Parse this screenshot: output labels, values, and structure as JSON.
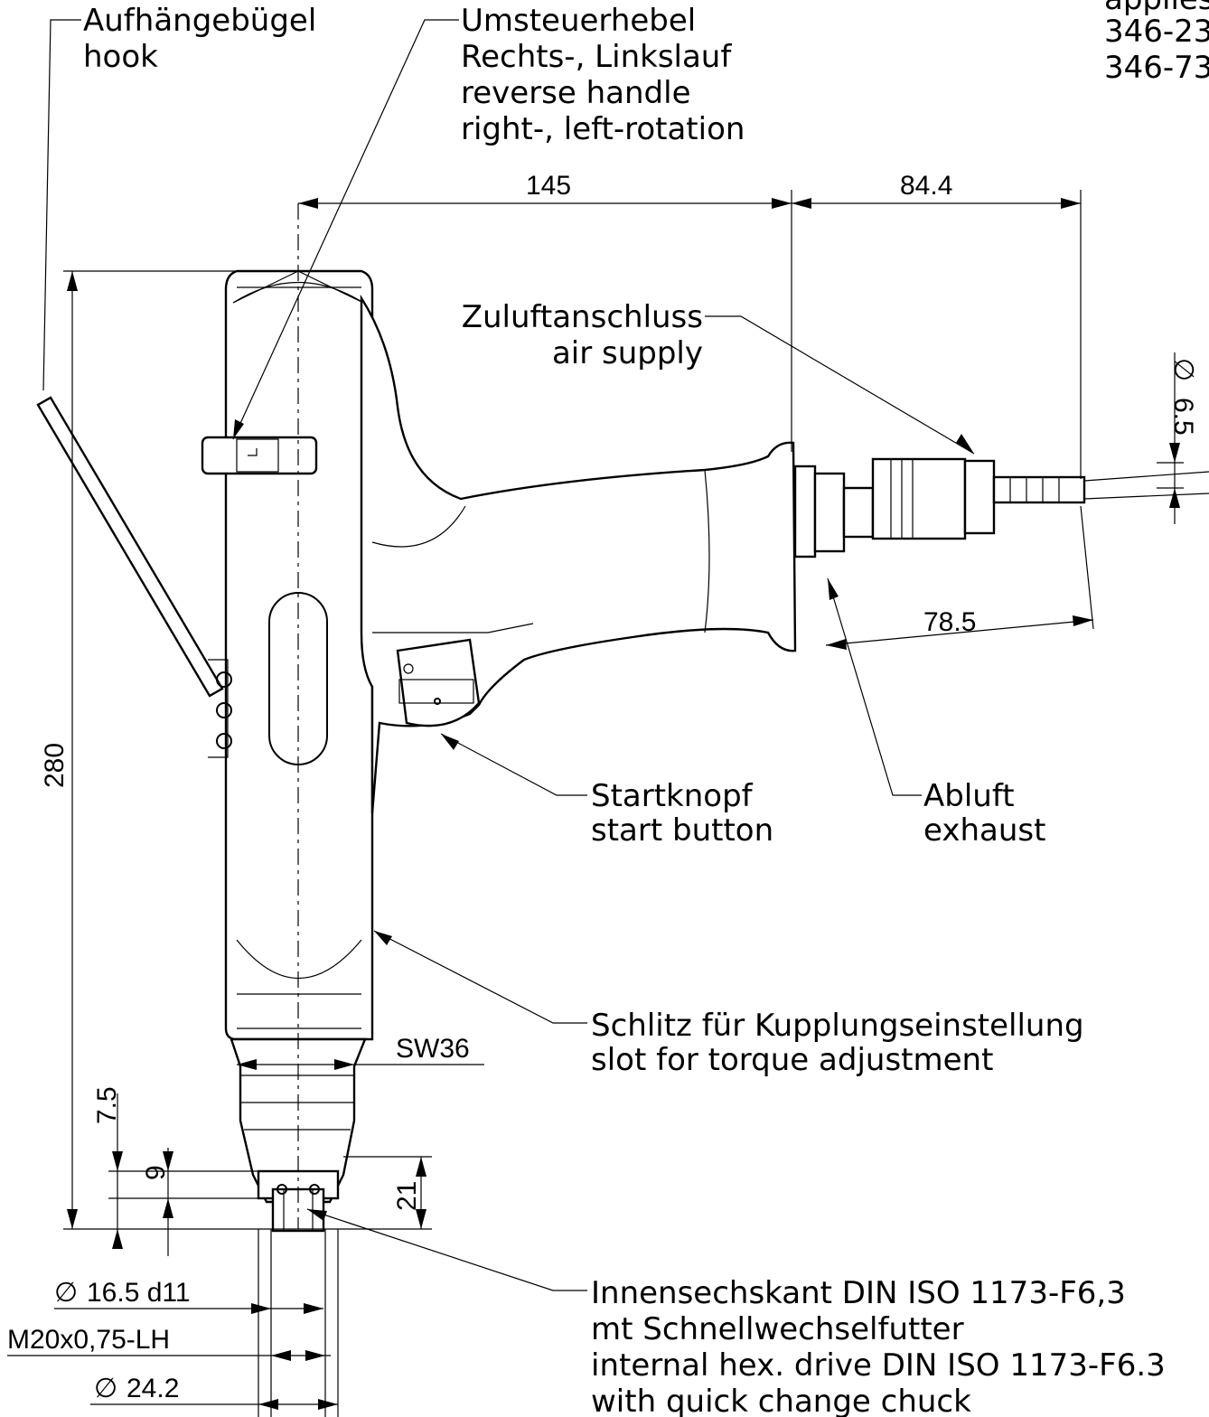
{
  "corner_text": [
    "applies",
    "346-23",
    "346-73"
  ],
  "callouts": {
    "hook": [
      "Aufhängebügel",
      "hook"
    ],
    "reverse": [
      "Umsteuerhebel",
      "Rechts-, Linkslauf",
      "reverse handle",
      "right-, left-rotation"
    ],
    "air": [
      "Zuluftanschluss",
      "air supply"
    ],
    "start": [
      "Startknopf",
      "start button"
    ],
    "exhaust": [
      "Abluft",
      "exhaust"
    ],
    "slot": [
      "Schlitz für Kupplungseinstellung",
      "slot for torque adjustment"
    ],
    "hex": [
      "Innensechskant DIN ISO 1173-F6,3",
      "mt Schnellwechselfutter",
      "internal hex. drive DIN ISO 1173-F6.3",
      "with quick change chuck"
    ]
  },
  "dimensions": {
    "width_145": "145",
    "width_84_4": "84.4",
    "dia_6_5": "6.5",
    "len_78_5": "78.5",
    "height_280": "280",
    "sw36": "SW36",
    "d_7_5": "7.5",
    "d_9": "9",
    "d_21": "21",
    "dia_16_5": "16.5 d11",
    "thread": "M20x0,75-LH",
    "dia_24_2": "24.2"
  },
  "symbols": {
    "diameter": "∅"
  }
}
